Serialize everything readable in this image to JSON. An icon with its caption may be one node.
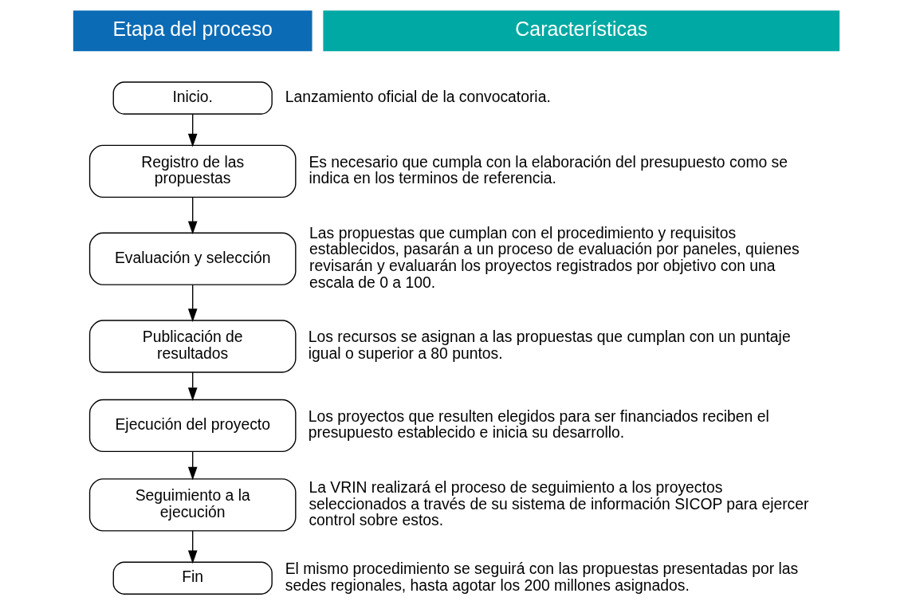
{
  "diagram": {
    "nodes": [
      {
        "text": [
          "Inicio."
        ],
        "beside": [
          "Lanzamiento oficial de la convocatoria."
        ]
      },
      {
        "text": [
          "Registro de las propuestas"
        ],
        "beside": [
          "Es necesario que cumpla con la elaboración del presupuesto como se indica en los terminos de referencia."
        ]
      },
      {
        "text": [
          "Evaluación y selección"
        ],
        "beside": [
          "Las propuestas que cumplan con el procedimiento y requisitos establecidos, pasarán a un proceso de evaluación por paneles, quienes revisarán y evaluarán los proyectos registrados por objetivo con una escala de 0 a 100."
        ]
      },
      {
        "text": [
          "Publicación de resultados"
        ],
        "beside": [
          "Los recursos se asignan a las propuestas que cumplan con un puntaje igual o superior a 80 puntos."
        ]
      },
      {
        "text": [
          "Ejecución del proyecto"
        ],
        "beside": [
          "Los proyectos que resulten elegidos para ser financiados reciben el presupuesto establecido e inicia su desarrollo."
        ]
      },
      {
        "text": [
          "Seguimiento a la ejecución"
        ],
        "beside": [
          "La VRIN realizará el proceso de seguimiento a los proyectos seleccionados a través de su sistema de información SICOP para ejercer control sobre estos."
        ]
      },
      {
        "text": [
          "Fin"
        ],
        "beside": [
          "El mismo procedimiento se seguirá con las propuestas presentadas por las sedes regionales, hasta agotar los 200 millones asignados."
        ]
      }
    ],
    "edges": [
      {
        "from": 0,
        "to": 1,
        "arrow": "to"
      },
      {
        "from": 1,
        "to": 2,
        "arrow": "to"
      },
      {
        "from": 2,
        "to": 3,
        "arrow": "to"
      },
      {
        "from": 3,
        "to": 4,
        "arrow": "to"
      },
      {
        "from": 4,
        "to": 5,
        "arrow": "to"
      },
      {
        "from": 5,
        "to": 6,
        "arrow": "to"
      }
    ],
    "labels": [
      "Etapa del proceso",
      "Características"
    ]
  }
}
